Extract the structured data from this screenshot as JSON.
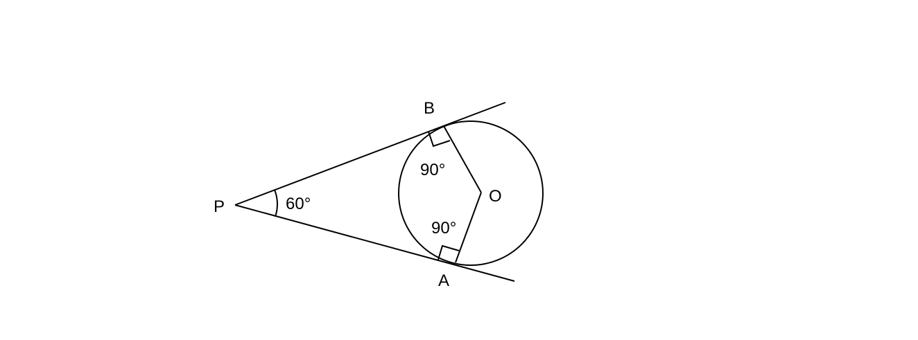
{
  "labels": {
    "point_p": "P",
    "point_b": "B",
    "point_a": "A",
    "point_o": "O",
    "angle_p": "60°",
    "angle_b": "90°",
    "angle_a": "90°"
  },
  "colors": {
    "stroke": "#000000",
    "background": "#ffffff"
  }
}
